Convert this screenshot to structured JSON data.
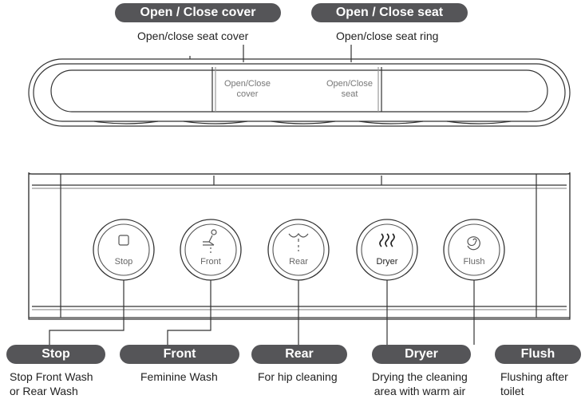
{
  "top": {
    "cover_pill": "Open / Close cover",
    "seat_pill": "Open / Close seat",
    "cover_desc": "Open/close seat cover",
    "seat_desc": "Open/close seat ring",
    "panel_cover_line1": "Open/Close",
    "panel_cover_line2": "cover",
    "panel_seat_line1": "Open/Close",
    "panel_seat_line2": "seat"
  },
  "buttons": [
    {
      "label": "Stop",
      "pill": "Stop",
      "desc1": "Stop Front Wash",
      "desc2": "or Rear Wash",
      "icon": "square-icon"
    },
    {
      "label": "Front",
      "pill": "Front",
      "desc1": "Feminine Wash",
      "desc2": "",
      "icon": "front-wash-icon"
    },
    {
      "label": "Rear",
      "pill": "Rear",
      "desc1": "For hip cleaning",
      "desc2": "",
      "icon": "rear-wash-icon"
    },
    {
      "label": "Dryer",
      "pill": "Dryer",
      "desc1": "Drying the cleaning",
      "desc2": "area with warm air",
      "icon": "heat-waves-icon"
    },
    {
      "label": "Flush",
      "pill": "Flush",
      "desc1": "Flushing after",
      "desc2": "toilet",
      "icon": "swirl-icon"
    }
  ],
  "colors": {
    "pill_bg": "#555558",
    "line": "#333333"
  }
}
